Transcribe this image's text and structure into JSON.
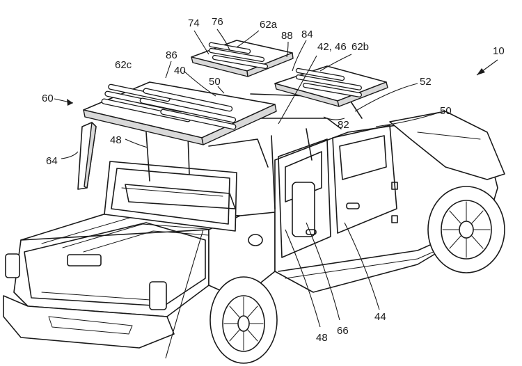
{
  "reference_numerals": {
    "n74": "74",
    "n76": "76",
    "n62a": "62a",
    "n88": "88",
    "n84": "84",
    "n42_46": "42, 46",
    "n62b": "62b",
    "n10": "10",
    "n86": "86",
    "n62c": "62c",
    "n40": "40",
    "n50_top": "50",
    "n52": "52",
    "n60": "60",
    "n50_right": "50",
    "n82": "82",
    "n48_left": "48",
    "n64": "64",
    "n48_bottom": "48",
    "n66": "66",
    "n44": "44"
  }
}
